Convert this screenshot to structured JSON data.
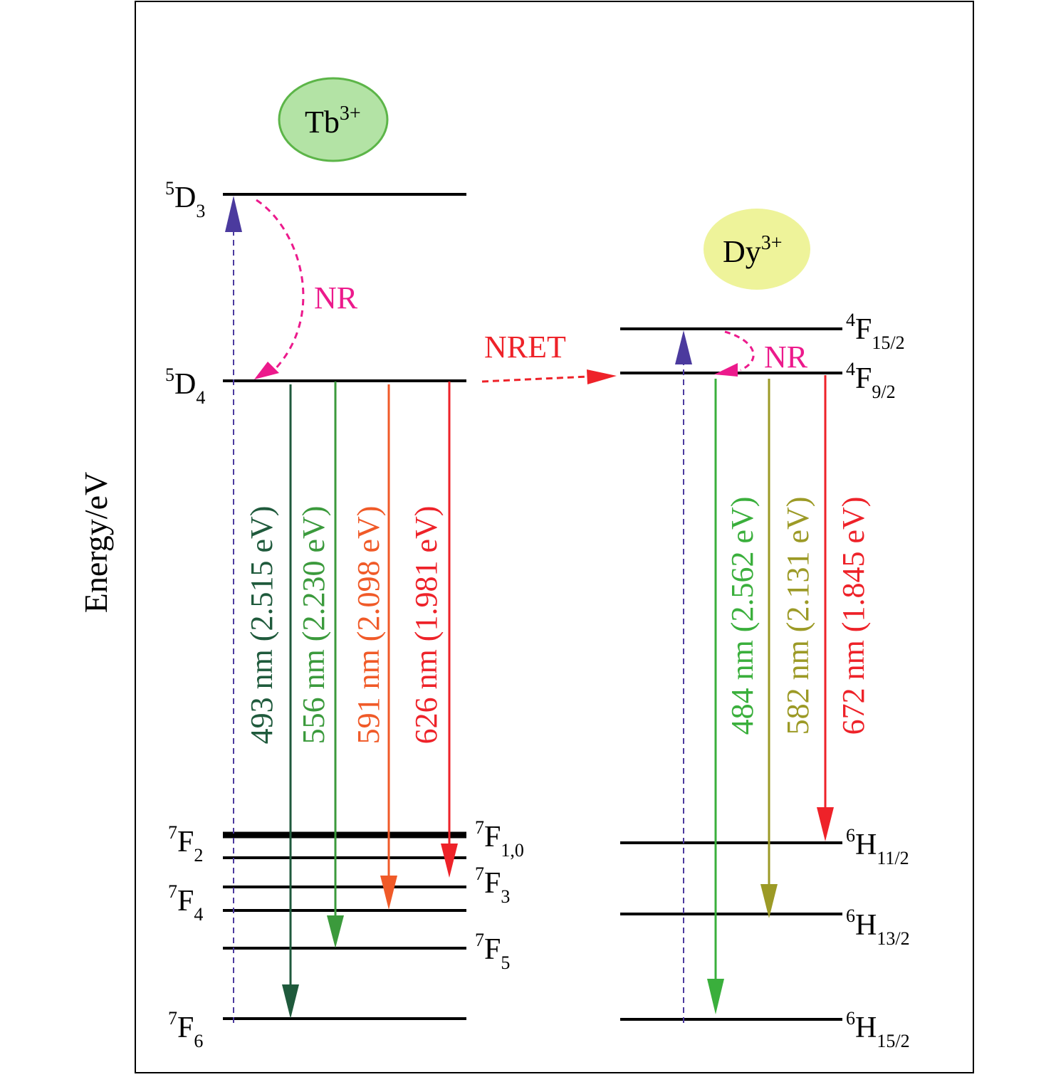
{
  "axis": {
    "ylabel": "Energy/eV"
  },
  "ions": {
    "tb": {
      "symbol": "Tb",
      "charge": "3+",
      "fill": "#b3e3a5",
      "stroke": "#5cb548"
    },
    "dy": {
      "symbol": "Dy",
      "charge": "3+",
      "fill": "#eef39a",
      "stroke": "#eef39a"
    }
  },
  "tb_levels": [
    {
      "sup": "5",
      "main": "D",
      "sub": "3"
    },
    {
      "sup": "5",
      "main": "D",
      "sub": "4"
    },
    {
      "sup": "7",
      "main": "F",
      "sub": "1,0"
    },
    {
      "sup": "7",
      "main": "F",
      "sub": "2"
    },
    {
      "sup": "7",
      "main": "F",
      "sub": "3"
    },
    {
      "sup": "7",
      "main": "F",
      "sub": "4"
    },
    {
      "sup": "7",
      "main": "F",
      "sub": "5"
    },
    {
      "sup": "7",
      "main": "F",
      "sub": "6"
    }
  ],
  "dy_levels": [
    {
      "sup": "4",
      "main": "F",
      "sub": "15/2"
    },
    {
      "sup": "4",
      "main": "F",
      "sub": "9/2"
    },
    {
      "sup": "6",
      "main": "H",
      "sub": "11/2"
    },
    {
      "sup": "6",
      "main": "H",
      "sub": "13/2"
    },
    {
      "sup": "6",
      "main": "H",
      "sub": "15/2"
    }
  ],
  "tb_transitions": [
    {
      "label": "493 nm (2.515 eV)",
      "color": "#1f5a3c"
    },
    {
      "label": "556 nm (2.230 eV)",
      "color": "#3b9a3c"
    },
    {
      "label": "591 nm (2.098 eV)",
      "color": "#f05a28"
    },
    {
      "label": "626 nm (1.981 eV)",
      "color": "#ee2229"
    }
  ],
  "dy_transitions": [
    {
      "label": "484 nm (2.562 eV)",
      "color": "#3aaf3c"
    },
    {
      "label": "582 nm (2.131 eV)",
      "color": "#9c9a26"
    },
    {
      "label": "672 nm (1.845 eV)",
      "color": "#ee2229"
    }
  ],
  "processes": {
    "nr_tb": "NR",
    "nr_dy": "NR",
    "nret": "NRET",
    "nr_color": "#ec1a8c",
    "nret_color": "#ee2229",
    "excitation_color": "#4b3a9e"
  }
}
